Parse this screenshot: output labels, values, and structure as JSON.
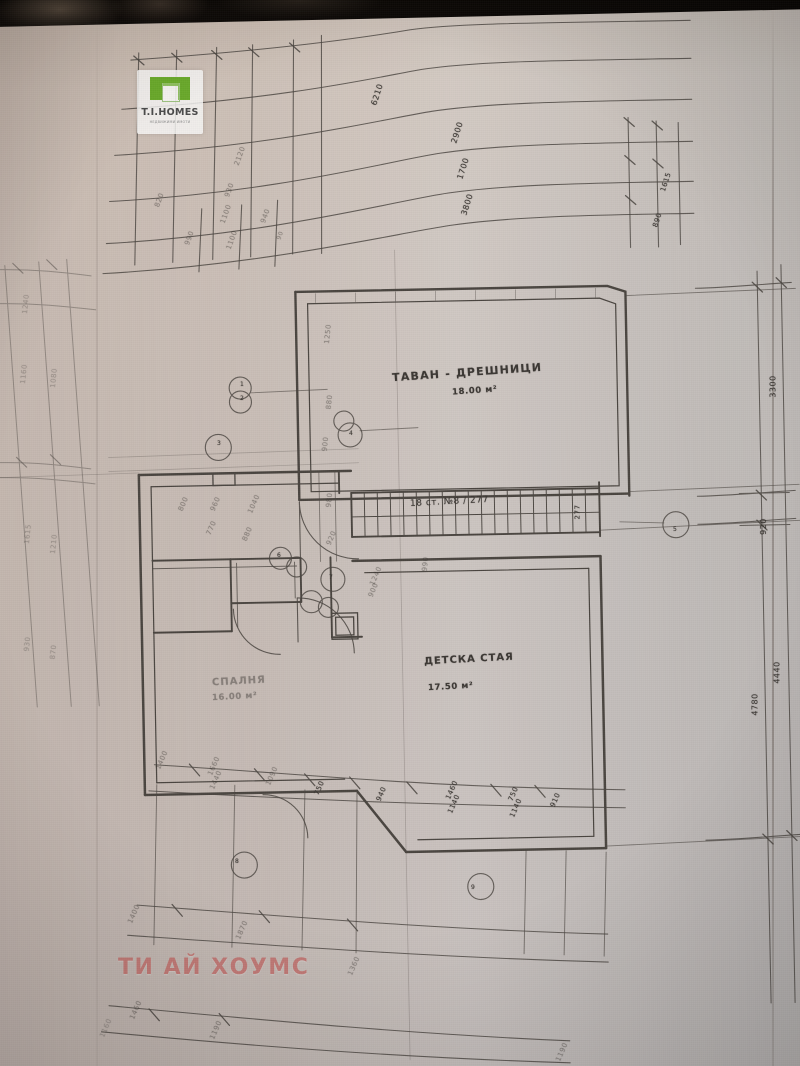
{
  "document": {
    "kind": "architectural-floor-plan-photo",
    "level_description": "Attic / loft level floor plan"
  },
  "watermarks": {
    "logo": {
      "name": "T.I.HOMES",
      "subtitle": "НЕДВИЖИМИ ИМОТИ",
      "mark_color": "#6aa92b",
      "text_color": "#4a4a4a"
    },
    "bottom_text": "ТИ АЙ ХОУМС",
    "bottom_text_color": "#c0716e"
  },
  "rooms": [
    {
      "id": "attic-wardrobe",
      "name": "ТАВАН - ДРЕШНИЦИ",
      "area": "18.00 м²"
    },
    {
      "id": "children-room",
      "name": "ДЕТСКА СТАЯ",
      "area": "17.50 м²"
    },
    {
      "id": "bedroom",
      "name": "СПАЛНЯ",
      "area": "16.00 м²"
    }
  ],
  "annotations": {
    "stair_note": "18 ст. №8 / 277",
    "stair_riser_label": "277"
  },
  "dimensions": {
    "top_chain": [
      "6210",
      "2900",
      "1700",
      "3800",
      "1615",
      "890"
    ],
    "top_left_chain": [
      "2120",
      "930",
      "1100",
      "940",
      "820",
      "990",
      "1100",
      "90"
    ],
    "right_chain": [
      "3300",
      "920",
      "4440",
      "4780"
    ],
    "bottom_chain": [
      "1400",
      "1660",
      "1440",
      "1090",
      "750",
      "940",
      "1460",
      "1140",
      "750",
      "1140",
      "910"
    ],
    "bottom_lower_chain": [
      "1400",
      "1870",
      "1360",
      "1190"
    ],
    "left_chain": [
      "1240",
      "1160",
      "1080",
      "1615",
      "1210",
      "930",
      "870"
    ],
    "interior": [
      "1250",
      "880",
      "900",
      "980",
      "990",
      "800",
      "960",
      "1040",
      "770",
      "880",
      "920",
      "1240",
      "900"
    ],
    "bottom_edge_chain": [
      "1460",
      "1190",
      "1160",
      "1180"
    ]
  },
  "markers": {
    "circle_tags": [
      "1",
      "2",
      "3",
      "4",
      "5",
      "6",
      "7",
      "8",
      "9"
    ]
  }
}
